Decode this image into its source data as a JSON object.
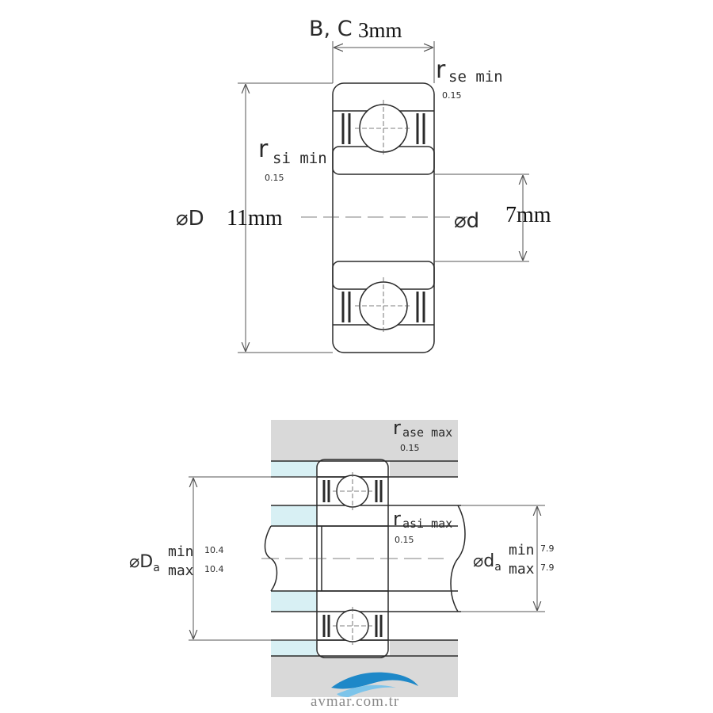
{
  "top": {
    "width_label": "B, C",
    "width_value": "3mm",
    "rse_r": "r",
    "rse_sub": "se min",
    "rse_val": "0.15",
    "rsi_r": "r",
    "rsi_sub": "si min",
    "rsi_val": "0.15",
    "od_label": "⌀D",
    "od_value": "11mm",
    "id_label": "⌀d",
    "id_value": "7mm"
  },
  "bottom": {
    "rase_r": "r",
    "rase_sub": "ase max",
    "rase_val": "0.15",
    "rasi_r": "r",
    "rasi_sub": "asi max",
    "rasi_val": "0.15",
    "Da_label": "⌀D",
    "Da_sub": "a",
    "Da_min": "min",
    "Da_min_val": "10.4",
    "Da_max": "max",
    "Da_max_val": "10.4",
    "da_label": "⌀d",
    "da_sub": "a",
    "da_min": "min",
    "da_min_val": "7.9",
    "da_max": "max",
    "da_max_val": "7.9"
  },
  "watermark": "avmar.com.tr",
  "colors": {
    "line": "#2a2a2a",
    "dim": "#555555",
    "housing": "#d9d9d9",
    "spacer": "#d8f0f4",
    "logo": "#1e88c8"
  }
}
